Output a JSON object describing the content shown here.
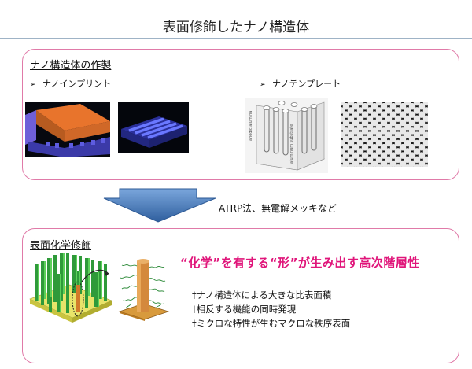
{
  "title": "表面修飾したナノ構造体",
  "top_panel": {
    "heading": "ナノ構造体の作製",
    "left_item": {
      "marker": "➢",
      "label": "ナノインプリント"
    },
    "right_item": {
      "marker": "➢",
      "label": "ナノテンプレート"
    },
    "sem_labels": [
      "anodic alumina",
      "aluminum substrate"
    ]
  },
  "arrow_label": "ATRP法、無電解メッキなど",
  "bottom_panel": {
    "heading": "表面化学修飾",
    "headline": "“化学”を有する“形”が生み出す高次階層性",
    "bullets": [
      "†ナノ構造体による大きな比表面積",
      "†相反する機能の同時発現",
      "†ミクロな特性が生むマクロな秩序表面"
    ]
  },
  "colors": {
    "panel_border": "#e07aa8",
    "headline": "#e0157a",
    "arrow": "#4a7bb8"
  }
}
